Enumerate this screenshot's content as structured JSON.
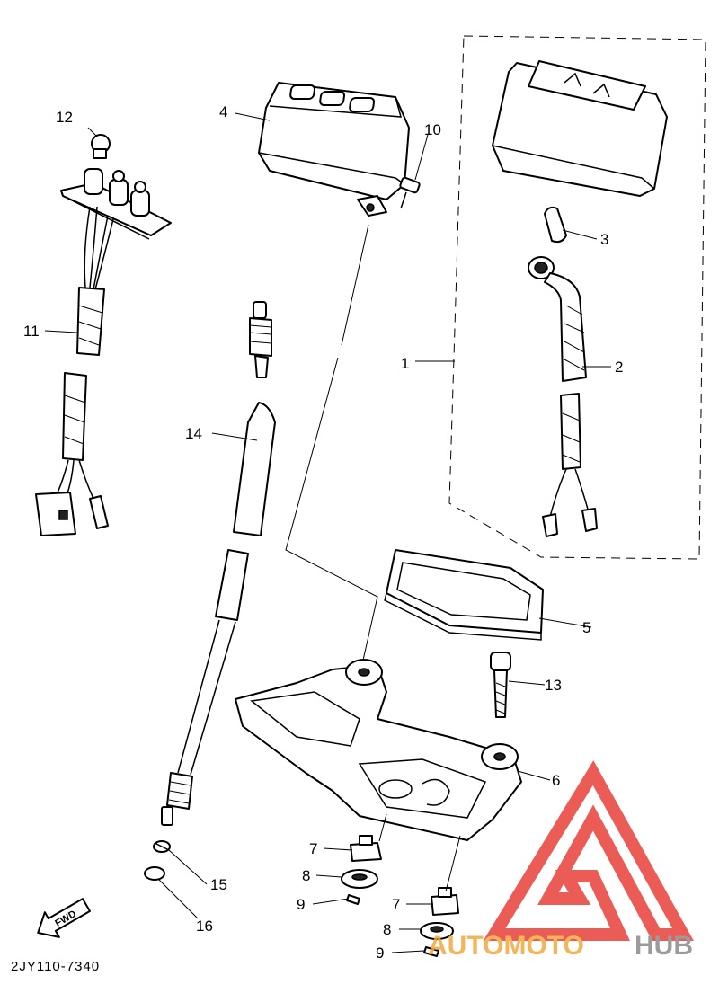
{
  "diagram": {
    "callouts": {
      "p1": "1",
      "p2": "2",
      "p3": "3",
      "p4": "4",
      "p5": "5",
      "p6": "6",
      "p7a": "7",
      "p7b": "7",
      "p8a": "8",
      "p8b": "8",
      "p9a": "9",
      "p9b": "9",
      "p10": "10",
      "p11": "11",
      "p12": "12",
      "p13": "13",
      "p14": "14",
      "p15": "15",
      "p16": "16"
    },
    "fwd_label": "FWD",
    "code": "2JY110-7340"
  },
  "watermark": {
    "part1": "AUTOMOTO",
    "part2": "HUB",
    "color_red": "#e8403a",
    "color_orange": "#f2a93b",
    "color_gray": "#8a8a8a"
  }
}
